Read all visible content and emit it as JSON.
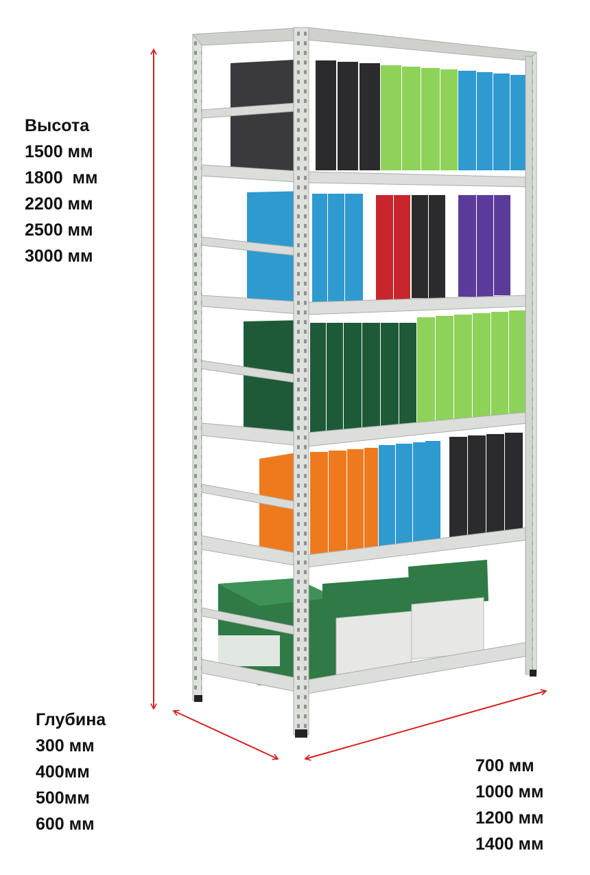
{
  "height": {
    "title": "Высота",
    "options": [
      "1500 мм",
      "1800  мм",
      "2200 мм",
      "2500 мм",
      "3000 мм"
    ]
  },
  "depth": {
    "title": "Глубина",
    "options": [
      "300 мм",
      "400мм",
      "500мм",
      "600 мм"
    ]
  },
  "width": {
    "options": [
      "700 мм",
      "1000 мм",
      "1200 мм",
      "1400 мм"
    ]
  },
  "colors": {
    "arrow": "#d42020",
    "frame": "#d9dbd8",
    "frame_shadow": "#a9aca8",
    "binder_black": "#2b2b2d",
    "binder_green": "#8ed25a",
    "binder_blue": "#2f9ad0",
    "binder_red": "#c8252c",
    "binder_purple": "#5b3b9a",
    "binder_darkgreen": "#1e5a38",
    "binder_orange": "#ef7a1e",
    "box_green": "#2f7a45"
  }
}
